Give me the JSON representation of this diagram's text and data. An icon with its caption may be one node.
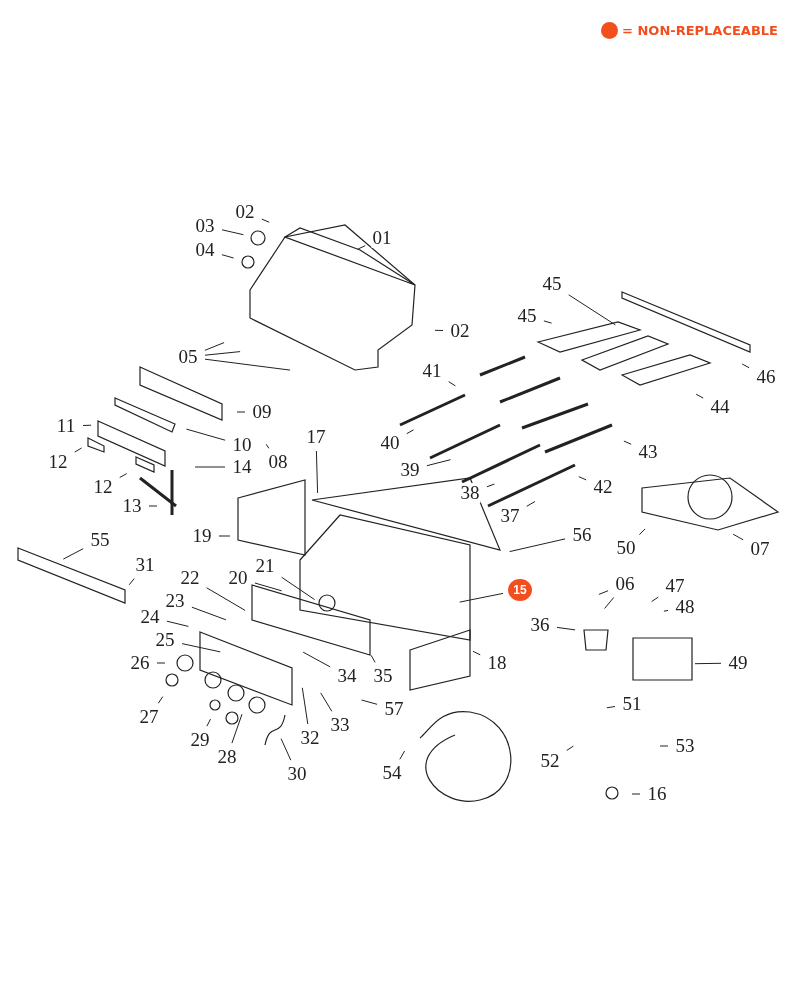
{
  "diagram": {
    "nodes": [
      {
        "text": [
          "02"
        ]
      },
      {
        "text": [
          "03"
        ]
      },
      {
        "text": [
          "01"
        ]
      },
      {
        "text": [
          "04"
        ]
      },
      {
        "text": [
          "45"
        ]
      },
      {
        "text": [
          "45"
        ]
      },
      {
        "text": [
          "02"
        ]
      },
      {
        "text": [
          "05"
        ]
      },
      {
        "text": [
          "41"
        ]
      },
      {
        "text": [
          "46"
        ]
      },
      {
        "text": [
          "09"
        ]
      },
      {
        "text": [
          "44"
        ]
      },
      {
        "text": [
          "11"
        ]
      },
      {
        "text": [
          "10"
        ]
      },
      {
        "text": [
          "40"
        ]
      },
      {
        "text": [
          "17"
        ]
      },
      {
        "text": [
          "43"
        ]
      },
      {
        "text": [
          "12"
        ]
      },
      {
        "text": [
          "14"
        ]
      },
      {
        "text": [
          "08"
        ]
      },
      {
        "text": [
          "12"
        ]
      },
      {
        "text": [
          "39"
        ]
      },
      {
        "text": [
          "38"
        ]
      },
      {
        "text": [
          "42"
        ]
      },
      {
        "text": [
          "13"
        ]
      },
      {
        "text": [
          "37"
        ]
      },
      {
        "text": [
          "19"
        ]
      },
      {
        "text": [
          "55"
        ]
      },
      {
        "text": [
          "56"
        ]
      },
      {
        "text": [
          "07"
        ]
      },
      {
        "text": [
          "50"
        ]
      },
      {
        "text": [
          "15"
        ]
      },
      {
        "text": [
          "31"
        ]
      },
      {
        "text": [
          "22"
        ]
      },
      {
        "text": [
          "20"
        ]
      },
      {
        "text": [
          "21"
        ]
      },
      {
        "text": [
          "47"
        ]
      },
      {
        "text": [
          "06"
        ]
      },
      {
        "text": [
          "23"
        ]
      },
      {
        "text": [
          "48"
        ]
      },
      {
        "text": [
          "24"
        ]
      },
      {
        "text": [
          "36"
        ]
      },
      {
        "text": [
          "25"
        ]
      },
      {
        "text": [
          "26"
        ]
      },
      {
        "text": [
          "18"
        ]
      },
      {
        "text": [
          "49"
        ]
      },
      {
        "text": [
          "35"
        ]
      },
      {
        "text": [
          "34"
        ]
      },
      {
        "text": [
          "27"
        ]
      },
      {
        "text": [
          "57"
        ]
      },
      {
        "text": [
          "51"
        ]
      },
      {
        "text": [
          "33"
        ]
      },
      {
        "text": [
          "32"
        ]
      },
      {
        "text": [
          "29"
        ]
      },
      {
        "text": [
          "28"
        ]
      },
      {
        "text": [
          "52"
        ]
      },
      {
        "text": [
          "53"
        ]
      },
      {
        "text": [
          "30"
        ]
      },
      {
        "text": [
          "54"
        ]
      },
      {
        "text": [
          "16"
        ]
      }
    ],
    "edges": [
      {
        "from": 0,
        "to": null,
        "arrow": "none"
      },
      {
        "from": 1,
        "to": null,
        "arrow": "none"
      },
      {
        "from": 2,
        "to": null,
        "arrow": "none"
      },
      {
        "from": 3,
        "to": null,
        "arrow": "none"
      },
      {
        "from": 4,
        "to": null,
        "arrow": "none"
      },
      {
        "from": 5,
        "to": null,
        "arrow": "none"
      },
      {
        "from": 6,
        "to": null,
        "arrow": "none"
      },
      {
        "from": 7,
        "to": null,
        "arrow": "none"
      },
      {
        "from": 7,
        "to": null,
        "arrow": "none"
      },
      {
        "from": 7,
        "to": null,
        "arrow": "none"
      },
      {
        "from": 8,
        "to": null,
        "arrow": "none"
      },
      {
        "from": 9,
        "to": null,
        "arrow": "none"
      },
      {
        "from": 10,
        "to": null,
        "arrow": "none"
      },
      {
        "from": 11,
        "to": null,
        "arrow": "none"
      },
      {
        "from": 12,
        "to": null,
        "arrow": "none"
      },
      {
        "from": 13,
        "to": null,
        "arrow": "none"
      },
      {
        "from": 14,
        "to": null,
        "arrow": "none"
      },
      {
        "from": 15,
        "to": null,
        "arrow": "none"
      },
      {
        "from": 16,
        "to": null,
        "arrow": "none"
      },
      {
        "from": 17,
        "to": null,
        "arrow": "none"
      },
      {
        "from": 18,
        "to": null,
        "arrow": "none"
      },
      {
        "from": 19,
        "to": null,
        "arrow": "none"
      },
      {
        "from": 20,
        "to": null,
        "arrow": "none"
      },
      {
        "from": 21,
        "to": null,
        "arrow": "none"
      },
      {
        "from": 22,
        "to": null,
        "arrow": "none"
      },
      {
        "from": 23,
        "to": null,
        "arrow": "none"
      },
      {
        "from": 24,
        "to": null,
        "arrow": "none"
      },
      {
        "from": 25,
        "to": null,
        "arrow": "none"
      },
      {
        "from": 26,
        "to": null,
        "arrow": "none"
      },
      {
        "from": 27,
        "to": null,
        "arrow": "none"
      },
      {
        "from": 28,
        "to": null,
        "arrow": "none"
      },
      {
        "from": 29,
        "to": null,
        "arrow": "none"
      },
      {
        "from": 30,
        "to": null,
        "arrow": "none"
      },
      {
        "from": 31,
        "to": null,
        "arrow": "none"
      },
      {
        "from": 32,
        "to": null,
        "arrow": "none"
      },
      {
        "from": 33,
        "to": null,
        "arrow": "none"
      },
      {
        "from": 34,
        "to": null,
        "arrow": "none"
      },
      {
        "from": 35,
        "to": null,
        "arrow": "none"
      },
      {
        "from": 36,
        "to": null,
        "arrow": "none"
      },
      {
        "from": 37,
        "to": null,
        "arrow": "none"
      },
      {
        "from": 37,
        "to": null,
        "arrow": "none"
      },
      {
        "from": 38,
        "to": null,
        "arrow": "none"
      },
      {
        "from": 39,
        "to": null,
        "arrow": "none"
      },
      {
        "from": 40,
        "to": null,
        "arrow": "none"
      },
      {
        "from": 41,
        "to": null,
        "arrow": "none"
      },
      {
        "from": 42,
        "to": null,
        "arrow": "none"
      },
      {
        "from": 43,
        "to": null,
        "arrow": "none"
      },
      {
        "from": 44,
        "to": null,
        "arrow": "none"
      },
      {
        "from": 45,
        "to": null,
        "arrow": "none"
      },
      {
        "from": 46,
        "to": null,
        "arrow": "none"
      },
      {
        "from": 47,
        "to": null,
        "arrow": "none"
      },
      {
        "from": 48,
        "to": null,
        "arrow": "none"
      },
      {
        "from": 49,
        "to": null,
        "arrow": "none"
      },
      {
        "from": 50,
        "to": null,
        "arrow": "none"
      },
      {
        "from": 51,
        "to": null,
        "arrow": "none"
      },
      {
        "from": 52,
        "to": null,
        "arrow": "none"
      },
      {
        "from": 53,
        "to": null,
        "arrow": "none"
      },
      {
        "from": 54,
        "to": null,
        "arrow": "none"
      },
      {
        "from": 55,
        "to": null,
        "arrow": "none"
      },
      {
        "from": 56,
        "to": null,
        "arrow": "none"
      },
      {
        "from": 57,
        "to": null,
        "arrow": "none"
      },
      {
        "from": 58,
        "to": null,
        "arrow": "none"
      },
      {
        "from": 59,
        "to": null,
        "arrow": "none"
      }
    ],
    "legend": [
      {
        "text": "= NON-REPLACEABLE",
        "color": "#f24e1e"
      }
    ]
  }
}
